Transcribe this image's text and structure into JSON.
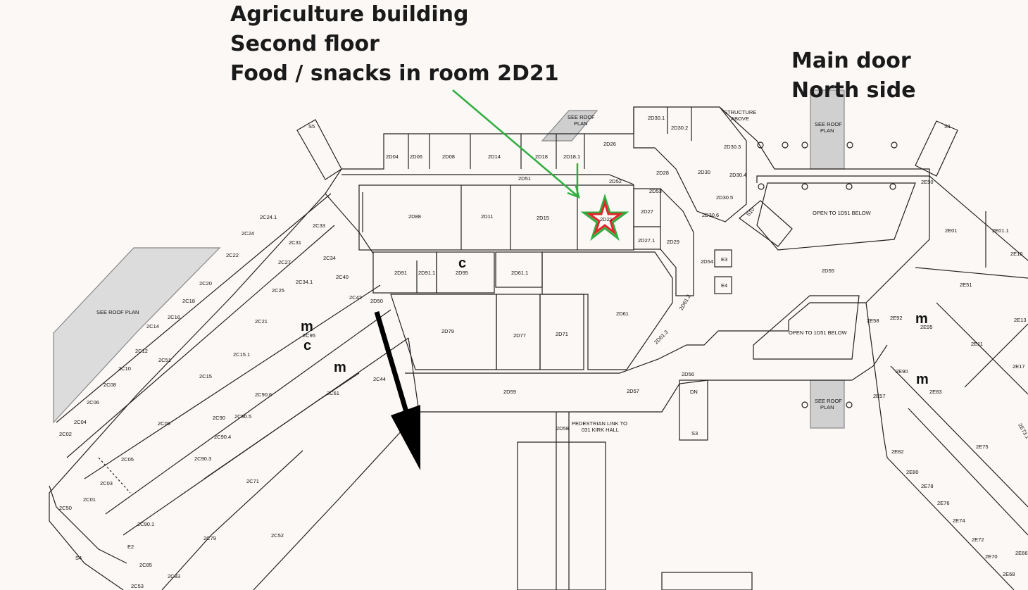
{
  "annotations": {
    "title_line1": "Agriculture building",
    "title_line2": "Second floor",
    "title_line3": "Food / snacks in room 2D21",
    "door_line1": "Main door",
    "door_line2": "North side"
  },
  "notes": {
    "roof_main": "SEE ROOF PLAN",
    "roof_top_l1": "SEE ROOF",
    "roof_top_l2": "PLAN",
    "roof_right_l1": "SEE ROOF",
    "roof_right_l2": "PLAN",
    "roof_bottom_l1": "SEE ROOF",
    "roof_bottom_l2": "PLAN",
    "structure_l1": "STRUCTURE",
    "structure_l2": "ABOVE",
    "open_upper": "OPEN TO 1D51 BELOW",
    "open_lower": "OPEN TO 1D51 BELOW",
    "ped_l1": "PEDESTRIAN LINK TO",
    "ped_l2": "031 KIRK HALL",
    "stair_dn": "DN"
  },
  "symbols": {
    "m": "m",
    "c": "c"
  },
  "rooms": {
    "2D04": "2D04",
    "2D06": "2D06",
    "2D08": "2D08",
    "2D14": "2D14",
    "2D18": "2D18",
    "2D18.1": "2D18.1",
    "2D26": "2D26",
    "2D30.1": "2D30.1",
    "2D30.2": "2D30.2",
    "2D30.3": "2D30.3",
    "2D30.4": "2D30.4",
    "2D30.5": "2D30.5",
    "2D30.6": "2D30.6",
    "2D28": "2D28",
    "2D30": "2D30",
    "2D51": "2D51",
    "2D52": "2D52",
    "2D53": "2D53",
    "2D88": "2D88",
    "2D11": "2D11",
    "2D15": "2D15",
    "2D21": "2D21",
    "2D27": "2D27",
    "2D27.1": "2D27.1",
    "2D29": "2D29",
    "2D91": "2D91",
    "2D91.1": "2D91.1",
    "2D95": "2D95",
    "2D61.1": "2D61.1",
    "2D61": "2D61",
    "2D61.2": "2D61.2",
    "2D61.3": "2D61.3",
    "2D54": "2D54",
    "E3": "E3",
    "E4": "E4",
    "S10": "S10",
    "S5": "S5",
    "S1": "S1",
    "S3": "S3",
    "S4": "S4",
    "E2": "E2",
    "2D50": "2D50",
    "2D79": "2D79",
    "2D77": "2D77",
    "2D71": "2D71",
    "2D59": "2D59",
    "2D57": "2D57",
    "2D56": "2D56",
    "2D58": "2D58",
    "2D55": "2D55",
    "2C24.1": "2C24.1",
    "2C24": "2C24",
    "2C22": "2C22",
    "2C33": "2C33",
    "2C31": "2C31",
    "2C27": "2C27",
    "2C34": "2C34",
    "2C34.1": "2C34.1",
    "2C40": "2C40",
    "2C42": "2C42",
    "2C20": "2C20",
    "2C25": "2C25",
    "2C18": "2C18",
    "2C16": "2C16",
    "2C21": "2C21",
    "2C14": "2C14",
    "2C95": "2C95",
    "2C12": "2C12",
    "2C51": "2C51",
    "2C15.1": "2C15.1",
    "2C10": "2C10",
    "2C15": "2C15",
    "2C08": "2C08",
    "2C44": "2C44",
    "2C90.6": "2C90.6",
    "2C61": "2C61",
    "2C06": "2C06",
    "2C90": "2C90",
    "2C90.5": "2C90.5",
    "2C04": "2C04",
    "2C09": "2C09",
    "2C90.4": "2C90.4",
    "2C02": "2C02",
    "2C05": "2C05",
    "2C90.3": "2C90.3",
    "2C03": "2C03",
    "2C71": "2C71",
    "2C01": "2C01",
    "2C50": "2C50",
    "2C90.1": "2C90.1",
    "2C79": "2C79",
    "2C52": "2C52",
    "2C85": "2C85",
    "2C53": "2C53",
    "2C83": "2C83",
    "2E50": "2E50",
    "2E01": "2E01",
    "2E01.1": "2E01.1",
    "2E10": "2E10",
    "2E51": "2E51",
    "2E13": "2E13",
    "2E58": "2E58",
    "2E92": "2E92",
    "2E95": "2E95",
    "2E11": "2E11",
    "2E90": "2E90",
    "2E17": "2E17",
    "2E57": "2E57",
    "2E83": "2E83",
    "2E73.1": "2E73.1",
    "2E75": "2E75",
    "2E82": "2E82",
    "2E80": "2E80",
    "2E78": "2E78",
    "2E76": "2E76",
    "2E74": "2E74",
    "2E72": "2E72",
    "2E70": "2E70",
    "2E68": "2E68",
    "2E66": "2E66"
  },
  "colors": {
    "background": "#fbf8f6",
    "wall": "#222222",
    "roof_fill": "#d7d7d7",
    "arrow_green": "#2fae3f",
    "star_red": "#e0262b",
    "star_green": "#2fae3f",
    "route_arrow": "#000000"
  }
}
